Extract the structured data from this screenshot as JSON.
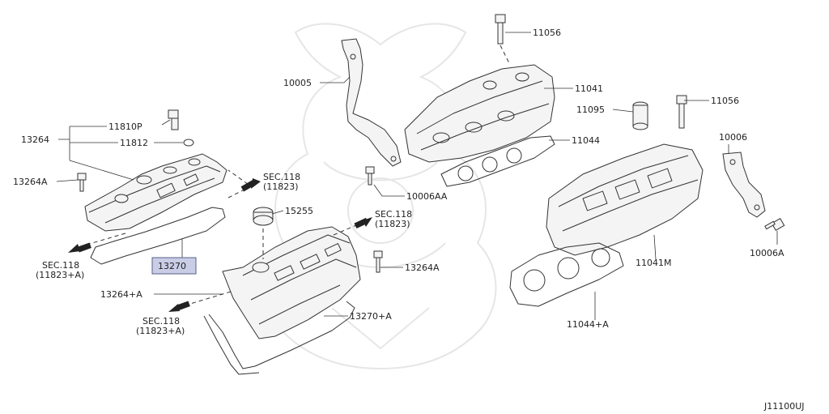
{
  "diagram_id": "J11100UJ",
  "labels": {
    "l_11056_top": "11056",
    "l_10005": "10005",
    "l_11041": "11041",
    "l_11095": "11095",
    "l_11056_right": "11056",
    "l_11044": "11044",
    "l_10006": "10006",
    "l_13264": "13264",
    "l_11810p": "11810P",
    "l_11812": "11812",
    "l_13264a_left": "13264A",
    "l_sec118_a": "SEC.118",
    "l_11823_a": "(11823)",
    "l_10006aa": "10006AA",
    "l_15255": "15255",
    "l_sec118_b": "SEC.118",
    "l_11823_b": "(11823)",
    "l_sec118_c": "SEC.118",
    "l_11823a_c": "(11823+A)",
    "l_13270": "13270",
    "l_13264a_mid": "13264A",
    "l_11041m": "11041M",
    "l_10006a": "10006A",
    "l_13264plusa": "13264+A",
    "l_13270plusa": "13270+A",
    "l_sec118_d": "SEC.118",
    "l_11823a_d": "(11823+A)",
    "l_11044plusa": "11044+A"
  }
}
